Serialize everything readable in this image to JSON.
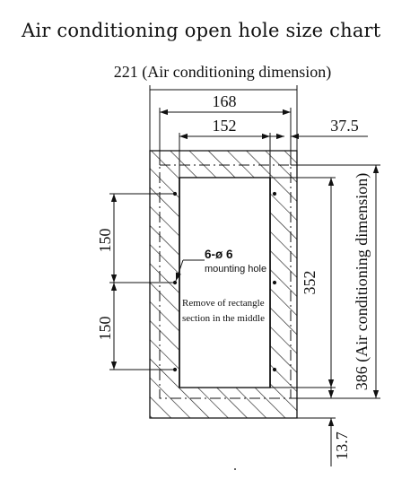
{
  "title": "Air conditioning open hole size chart",
  "dimensions": {
    "overall_width": "221 (Air conditioning dimension)",
    "hole_width_outer": "168",
    "hole_width_inner": "152",
    "offset": "37.5",
    "spacing_upper": "150",
    "spacing_lower": "150",
    "hole_height": "352",
    "overall_height": "386 (Air conditioning dimension)",
    "bottom_offset": "13.7"
  },
  "annotations": {
    "holes": "6-ø 6",
    "holes_caption": "mounting hole",
    "cutout_line1": "Remove of rectangle",
    "cutout_line2": "section in the middle"
  }
}
